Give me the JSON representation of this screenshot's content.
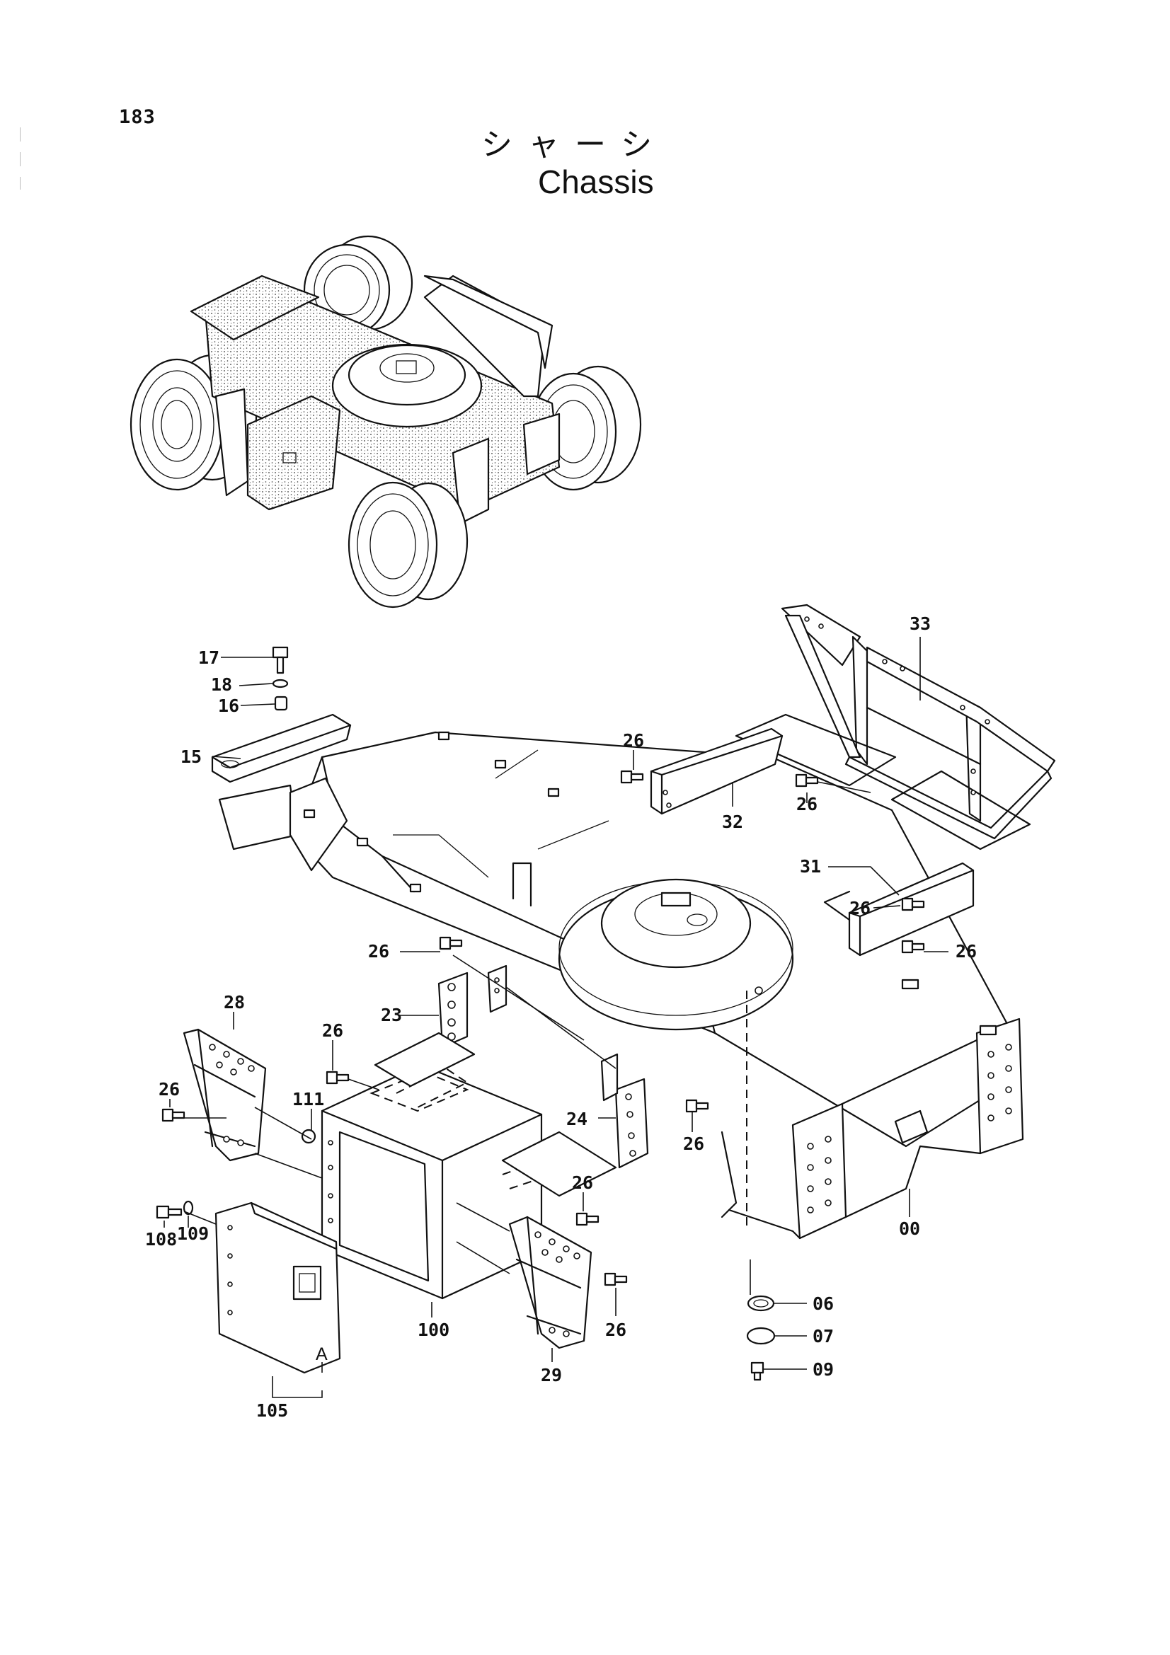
{
  "page": {
    "page_number": "183",
    "title_ja": "シャーシ",
    "title_en": "Chassis"
  },
  "callouts": [
    {
      "id": "c17",
      "label": "17"
    },
    {
      "id": "c18",
      "label": "18"
    },
    {
      "id": "c16",
      "label": "16"
    },
    {
      "id": "c15",
      "label": "15"
    },
    {
      "id": "c26a",
      "label": "26"
    },
    {
      "id": "c26b",
      "label": "26"
    },
    {
      "id": "c32",
      "label": "32"
    },
    {
      "id": "c33",
      "label": "33"
    },
    {
      "id": "c26c",
      "label": "26"
    },
    {
      "id": "c31",
      "label": "31"
    },
    {
      "id": "c26d",
      "label": "26"
    },
    {
      "id": "c26e",
      "label": "26"
    },
    {
      "id": "c23",
      "label": "23"
    },
    {
      "id": "c28",
      "label": "28"
    },
    {
      "id": "c26f",
      "label": "26"
    },
    {
      "id": "c26g",
      "label": "26"
    },
    {
      "id": "c111",
      "label": "111"
    },
    {
      "id": "c24",
      "label": "24"
    },
    {
      "id": "c26h",
      "label": "26"
    },
    {
      "id": "c26i",
      "label": "26"
    },
    {
      "id": "c00",
      "label": "00"
    },
    {
      "id": "c108",
      "label": "108"
    },
    {
      "id": "c109",
      "label": "109"
    },
    {
      "id": "c100",
      "label": "100"
    },
    {
      "id": "c26j",
      "label": "26"
    },
    {
      "id": "c06",
      "label": "06"
    },
    {
      "id": "c07",
      "label": "07"
    },
    {
      "id": "c09",
      "label": "09"
    },
    {
      "id": "c29",
      "label": "29"
    },
    {
      "id": "cA",
      "label": "A"
    },
    {
      "id": "c105",
      "label": "105"
    }
  ]
}
